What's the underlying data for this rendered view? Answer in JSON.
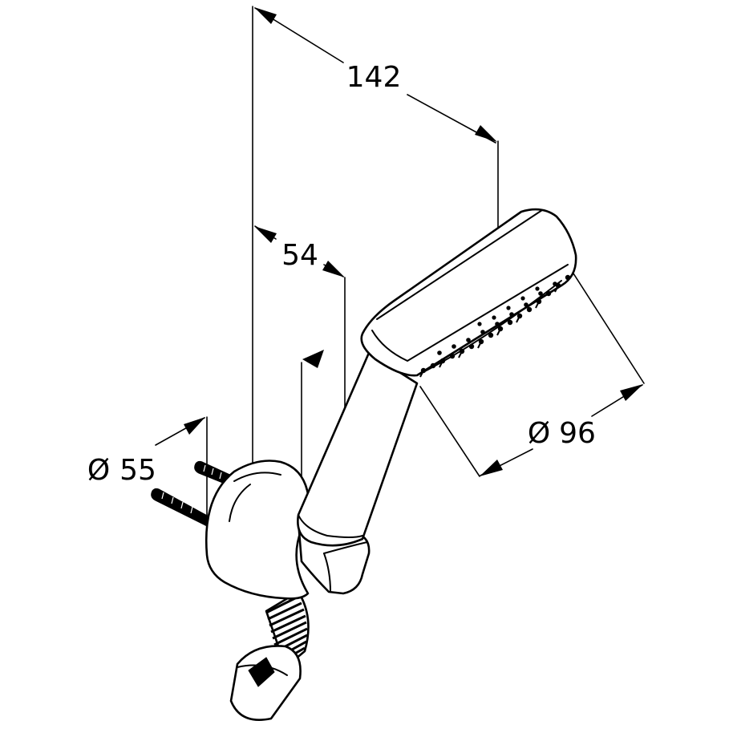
{
  "dimensions": {
    "overall_length": "142",
    "holder_offset": "54",
    "wall_flange_diameter_symbol": "Ø",
    "wall_flange_diameter": "55",
    "spray_face_diameter_symbol": "Ø",
    "spray_face_diameter": "96"
  }
}
